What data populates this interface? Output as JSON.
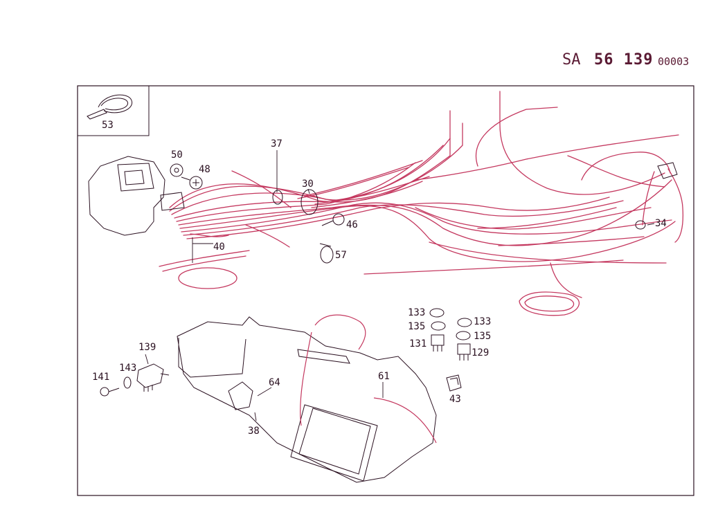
{
  "header": {
    "prefix": "SA",
    "number": "56 139",
    "sequence": "00003"
  },
  "colors": {
    "wire": "#c4385f",
    "line": "#2a1020",
    "header": "#5a1a33"
  },
  "callouts": {
    "c53": "53",
    "c50": "50",
    "c48": "48",
    "c37": "37",
    "c30": "30",
    "c46": "46",
    "c40": "40",
    "c57": "57",
    "c34": "34",
    "c133a": "133",
    "c135a": "135",
    "c131": "131",
    "c133b": "133",
    "c135b": "135",
    "c129": "129",
    "c139": "139",
    "c143": "143",
    "c141": "141",
    "c64": "64",
    "c61": "61",
    "c38": "38",
    "c43": "43"
  }
}
